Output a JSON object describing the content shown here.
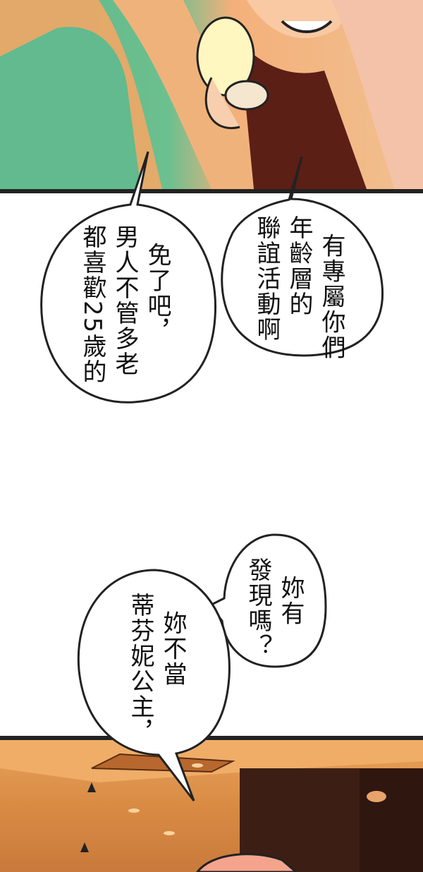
{
  "bubbles": [
    {
      "id": "age-group",
      "columns": [
        "有專屬你們",
        "年齡層的",
        "聯誼活動啊"
      ]
    },
    {
      "id": "men-25",
      "columns": [
        "免了吧，",
        "男人不管多老",
        "都喜歡25歲的"
      ]
    },
    {
      "id": "did-you-notice",
      "columns": [
        "妳有",
        "發現嗎？"
      ]
    },
    {
      "id": "not-princess",
      "columns": [
        "妳不當",
        "蒂芬妮公主，"
      ]
    }
  ],
  "colors": {
    "outline": "#222222",
    "top_panel_green": "#6cc08f",
    "bottom_panel_orange": "#d98b44"
  }
}
